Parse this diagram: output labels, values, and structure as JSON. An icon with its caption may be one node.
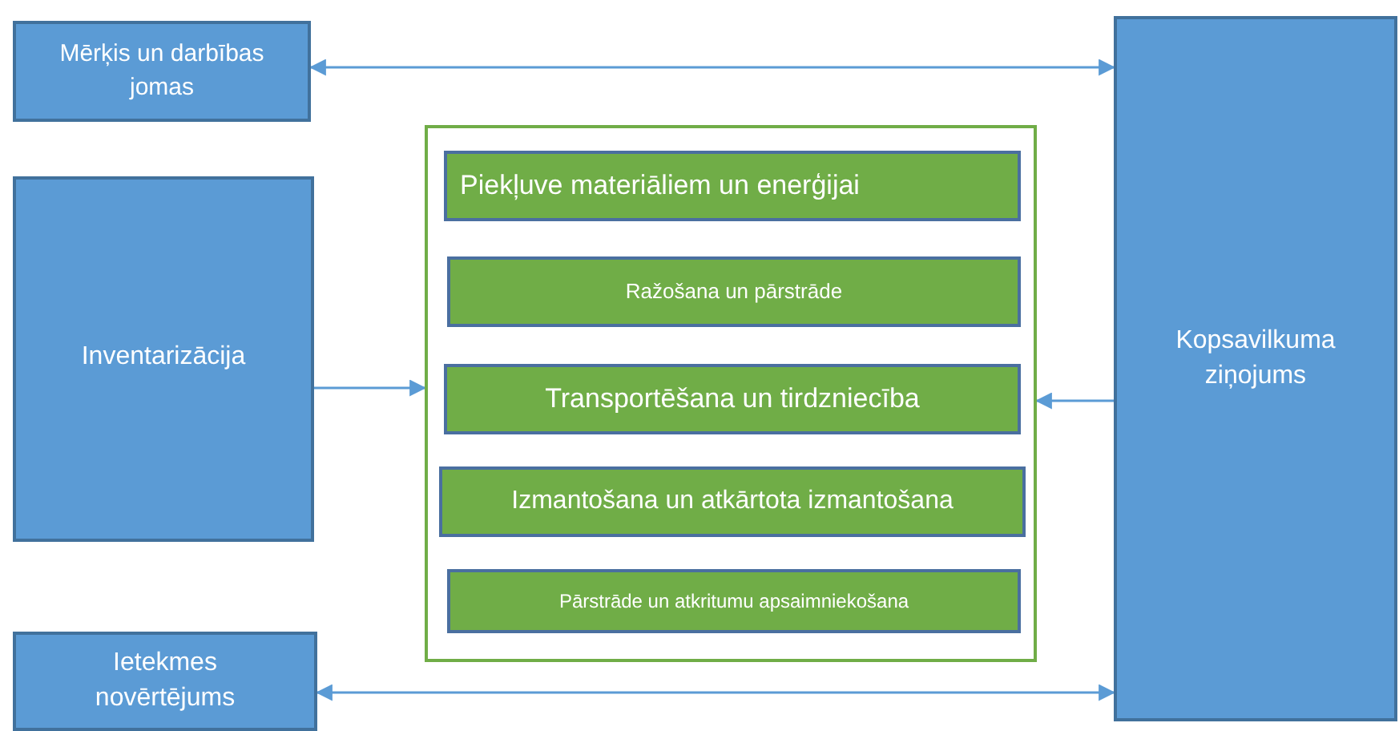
{
  "diagram": {
    "nodes": [
      {
        "text": [
          "Mērķis un darbības jomas"
        ]
      },
      {
        "text": [
          "Inventarizācija"
        ]
      },
      {
        "text": [],
        "shape": "box"
      },
      {
        "text": [
          "Piekļuve materiāliem un enerģijai"
        ],
        "in": 2
      },
      {
        "text": [
          "Ražošana un pārstrāde"
        ],
        "in": 2
      },
      {
        "text": [
          "Transportēšana un tirdzniecība"
        ],
        "in": 2
      },
      {
        "text": [
          "Izmantošana un atkārtota izmantošana"
        ],
        "in": 2
      },
      {
        "text": [
          "Pārstrāde un atkritumu apsaimniekošana"
        ],
        "in": 2
      },
      {
        "text": [
          "Ietekmes novērtējums"
        ]
      },
      {
        "text": [
          "Kopsavilkuma ziņojums"
        ]
      }
    ],
    "edges": [
      {
        "from": 0,
        "to": 9,
        "arrow": "both"
      },
      {
        "from": 1,
        "to": 2,
        "arrow": "to"
      },
      {
        "from": 9,
        "to": 2,
        "arrow": "to"
      },
      {
        "from": 8,
        "to": 9,
        "arrow": "both"
      }
    ]
  }
}
